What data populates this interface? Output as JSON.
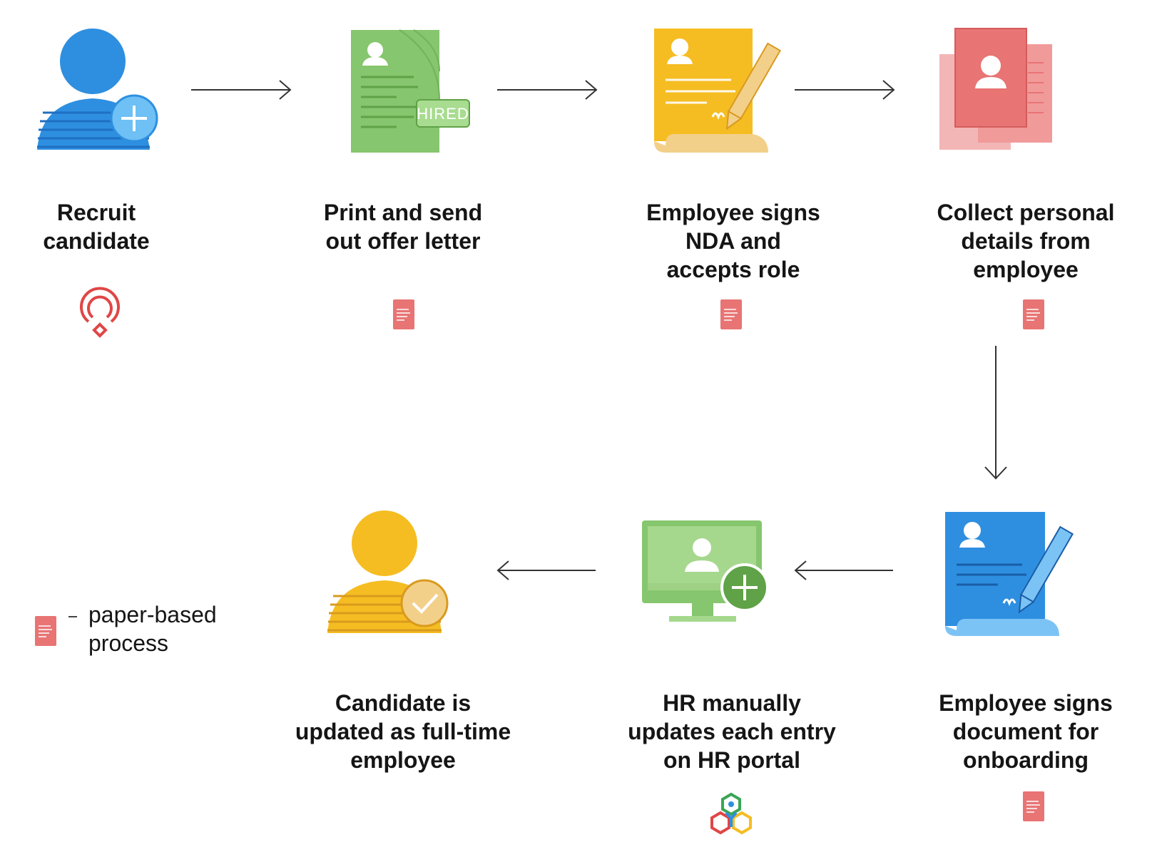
{
  "steps": [
    {
      "lines": [
        "Recruit",
        "candidate"
      ],
      "icon": "add-person-icon",
      "tool": "zoho-recruit-logo",
      "color": "#2e8fe0"
    },
    {
      "lines": [
        "Print and send",
        "out offer letter"
      ],
      "icon": "offer-letter-icon",
      "tool": "paper-doc-icon",
      "color": "#86c66e",
      "badge": "HIRED"
    },
    {
      "lines": [
        "Employee signs",
        "NDA and",
        "accepts role"
      ],
      "icon": "signed-nda-icon",
      "tool": "paper-doc-icon",
      "color": "#f5bd22"
    },
    {
      "lines": [
        "Collect personal",
        "details from",
        "employee"
      ],
      "icon": "personal-details-icon",
      "tool": "paper-doc-icon",
      "color": "#e87474"
    },
    {
      "lines": [
        "Employee signs",
        "document for",
        "onboarding"
      ],
      "icon": "signed-document-icon",
      "tool": "paper-doc-icon",
      "color": "#2e8fe0"
    },
    {
      "lines": [
        "HR manually",
        "updates each entry",
        "on HR portal"
      ],
      "icon": "hr-portal-monitor-icon",
      "tool": "zoho-people-logo",
      "color": "#86c66e"
    },
    {
      "lines": [
        "Candidate is",
        "updated as full-time",
        "employee"
      ],
      "icon": "verified-person-icon",
      "tool": "",
      "color": "#f5bd22"
    }
  ],
  "legend": {
    "lines": [
      "paper-based",
      "process"
    ],
    "icon": "paper-doc-icon",
    "color": "#e87474"
  }
}
